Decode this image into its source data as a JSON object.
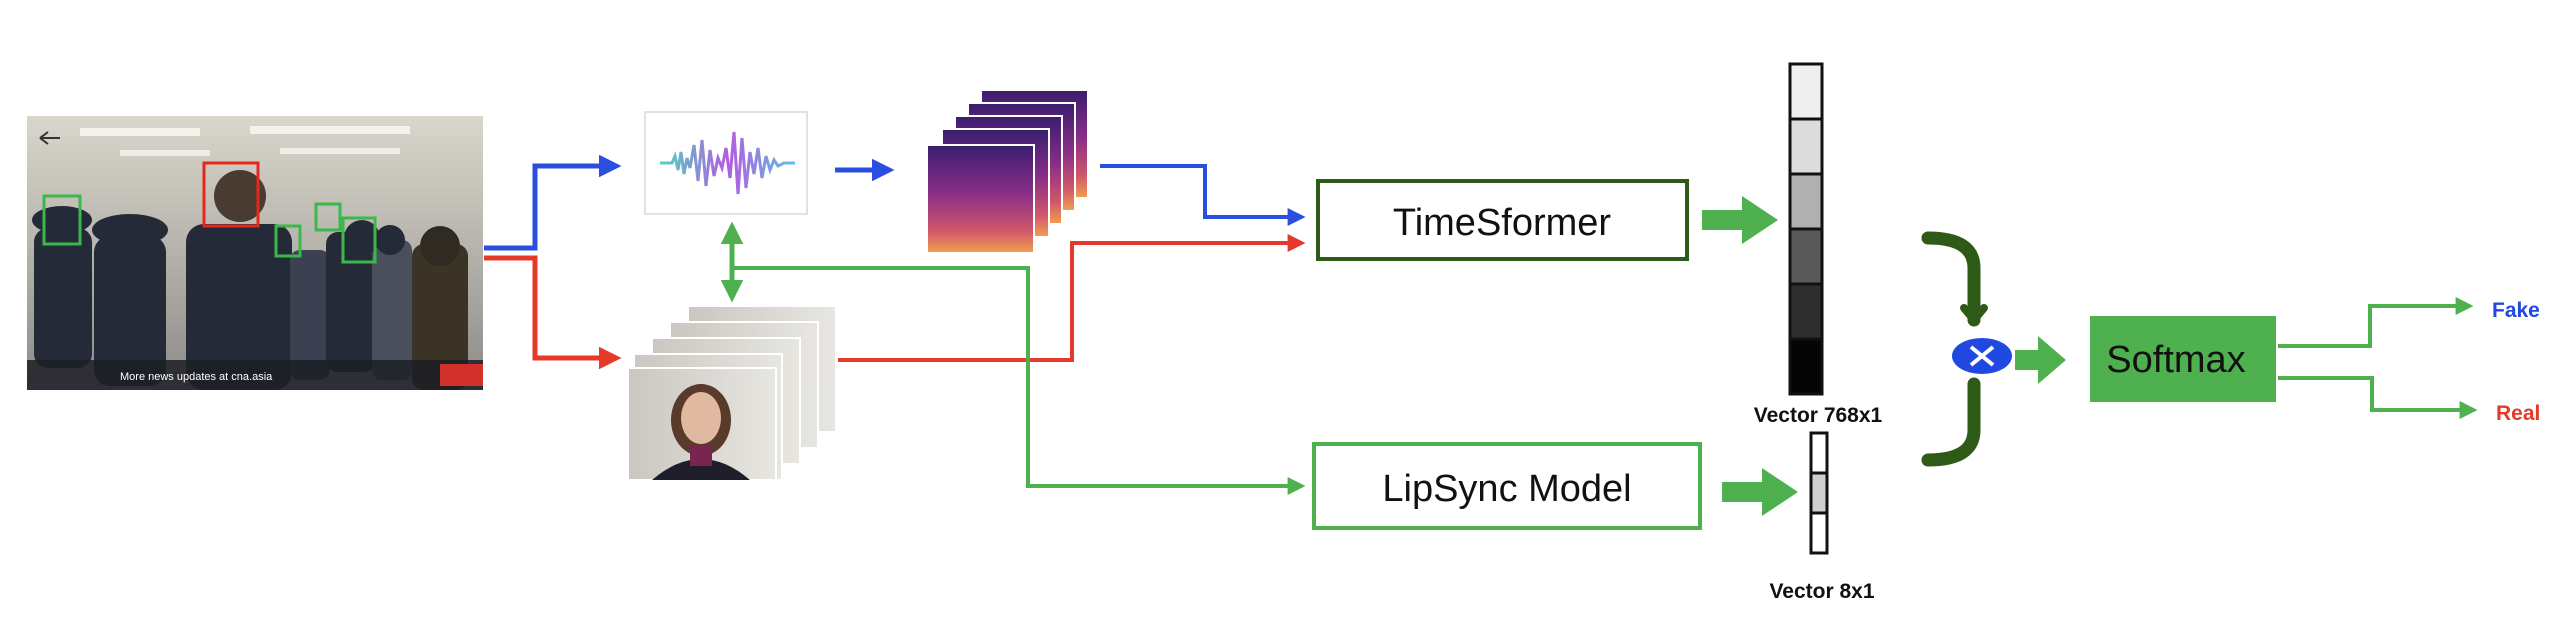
{
  "boxes": {
    "timesformer": "TimeSformer",
    "lipsync": "LipSync Model",
    "softmax": "Softmax"
  },
  "vectors": {
    "large": "Vector 768x1",
    "small": "Vector 8x1"
  },
  "outputs": {
    "fake": "Fake",
    "real": "Real"
  },
  "video_overlay_text": "More news updates at cna.asia",
  "colors": {
    "blue": "#2a4fe0",
    "red": "#e53a2a",
    "green": "#4fb04f",
    "dark_green": "#2d5a17",
    "fake_label": "#1f49e0",
    "real_label": "#e53a2a"
  },
  "icons": [
    "sound-waveform-icon",
    "spectrogram-stack",
    "face-crop-stack",
    "multiply-operator-icon"
  ]
}
